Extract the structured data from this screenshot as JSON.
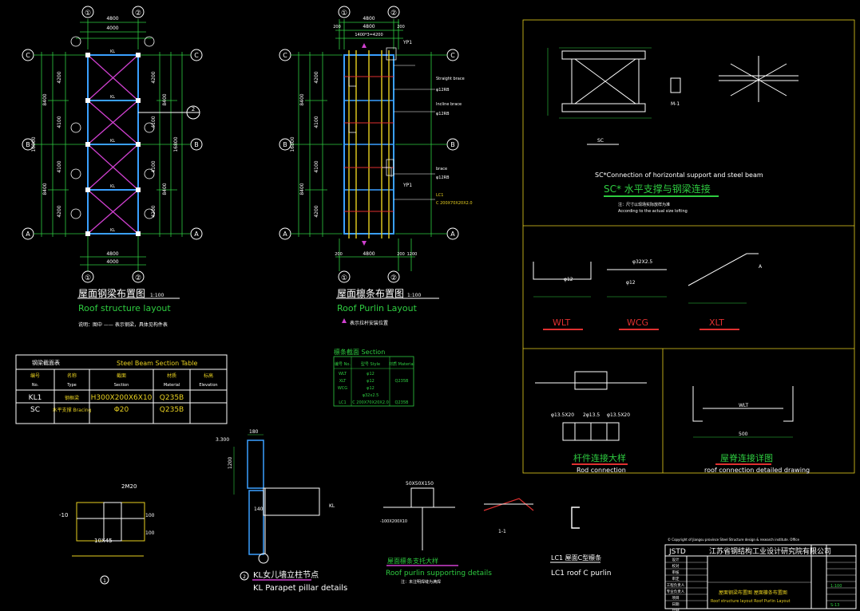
{
  "plans": {
    "roof_structure": {
      "title_cn": "屋面钢梁布置图",
      "scale": "1:100",
      "title_en": "Roof structure layout",
      "note": "说明：图中 —— 表示钢梁，具体见构件表",
      "grid_cols": [
        "①",
        "②"
      ],
      "grid_rows": [
        "C",
        "B",
        "A"
      ],
      "dims": {
        "span": "4800",
        "inner": "4000",
        "bay1": "4200",
        "bay2": "4100",
        "half": "8400",
        "total": "16800"
      },
      "member_label": "KL",
      "section_mark": "2"
    },
    "roof_purlin": {
      "title_cn": "屋面檩条布置图",
      "scale": "1:100",
      "title_en": "Roof Purlin Layout",
      "legend": "表示拉杆安装位置",
      "grid_cols": [
        "①",
        "②"
      ],
      "grid_rows": [
        "C",
        "B",
        "A"
      ],
      "dims_top": [
        "200",
        "4800",
        "200",
        "1400*3=4200"
      ],
      "dims_bottom": [
        "200",
        "4800",
        "200",
        "1200"
      ],
      "labels": [
        "YP1",
        "Straight brace",
        "φ12RB",
        "Incline brace",
        "φ12RB",
        "brace",
        "φ12RB",
        "LC1",
        "C 200X70X20X2.0",
        "YP1"
      ]
    }
  },
  "steel_table": {
    "title_cn": "钢梁截面表",
    "title_en": "Steel Beam Section Table",
    "headers": [
      {
        "cn": "编号",
        "en": "No."
      },
      {
        "cn": "名称",
        "en": "Type"
      },
      {
        "cn": "截面",
        "en": "Section"
      },
      {
        "cn": "材质",
        "en": "Material"
      },
      {
        "cn": "标高",
        "en": "Elevation"
      }
    ],
    "rows": [
      {
        "no": "KL1",
        "type": "钢框梁",
        "section": "H300X200X6X10",
        "material": "Q235B",
        "elevation": ""
      },
      {
        "no": "SC",
        "type": "水平支撑 Bracing",
        "section": "Φ20",
        "material": "Q235B",
        "elevation": ""
      }
    ]
  },
  "purlin_table": {
    "title": "檩条截面 Section",
    "headers": [
      "编号 No.",
      "型号 Style",
      "材质 Material"
    ],
    "rows": [
      [
        "WLT",
        "φ12",
        ""
      ],
      [
        "XLT",
        "φ12",
        "Q235B"
      ],
      [
        "WCG",
        "φ12",
        ""
      ],
      [
        "",
        "φ32x2.5",
        ""
      ],
      [
        "LC1",
        "C 200X70X20X2.0",
        "Q235B"
      ]
    ]
  },
  "sc_detail": {
    "title_en": "SC*Connection of horizontal support and steel beam",
    "title_cn": "SC* 水平支撑与钢梁连接",
    "note": "注：尺寸以现场实际放样为准",
    "note_en": "According to the actual size lofting",
    "tag": "SC",
    "mark": "M-1"
  },
  "rod_details": {
    "labels": [
      "WLT",
      "WCG",
      "XLT"
    ],
    "dims": [
      "φ12",
      "φ32X2.5",
      "φ12",
      "A"
    ]
  },
  "rod_connection": {
    "title_cn": "杆件连接大样",
    "title_en": "Rod connection",
    "dims": [
      "φ13.5X20",
      "2φ13.5",
      "φ13.5X20"
    ]
  },
  "roof_connection": {
    "title_cn": "屋脊连接详图",
    "title_en": "roof connection detailed drawing",
    "label": "WLT",
    "dim": "500"
  },
  "detail_1": {
    "mark": "1",
    "labels": [
      "2M20",
      "-10",
      "10X45",
      "100",
      "100"
    ]
  },
  "kl_detail": {
    "mark": "2",
    "title_cn": "KL女儿墙立柱节点",
    "title_en": "KL Parapet pillar details",
    "labels": [
      "3.300",
      "180",
      "1200",
      "140",
      "KL"
    ]
  },
  "purlin_support": {
    "title_cn": "屋面檩条支托大样",
    "title_en": "Roof purlin supporting details",
    "note": "注：未注明焊缝为满焊",
    "labels": [
      "50X50X150",
      "-100X200X10"
    ]
  },
  "lc1_detail": {
    "title_cn": "LC1 屋面C型檩条",
    "title_en": "LC1 roof C purlin",
    "mark": "1-1"
  },
  "title_block": {
    "logo": "JSTD",
    "company": "江苏省钢结构工业设计研究院有限公司",
    "drawing_title_cn": "屋面钢梁布置图 屋面檩条布置图",
    "drawing_title_en": "Roof structure layout Roof Purlin Layout",
    "copyright": "© Copyright of Jiangsu province Steel Structure design & research institute. Office",
    "rows": [
      "设计",
      "校对",
      "审核",
      "审定",
      "工程负责人",
      "专业负责人",
      "项目",
      "日期",
      "比例"
    ],
    "values": [
      "1:100",
      "S-13"
    ]
  }
}
